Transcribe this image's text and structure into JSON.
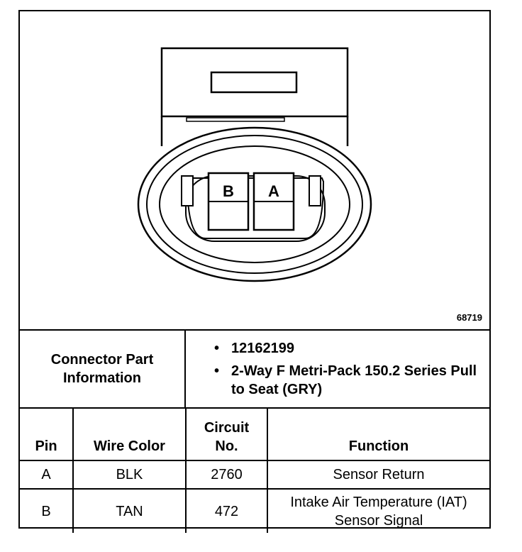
{
  "figure_number": "68719",
  "diagram": {
    "pin_b_label": "B",
    "pin_a_label": "A"
  },
  "connector_info": {
    "label": "Connector Part Information",
    "items": [
      "12162199",
      "2-Way F Metri-Pack 150.2 Series Pull to Seat (GRY)"
    ]
  },
  "pin_table": {
    "headers": {
      "pin": "Pin",
      "wire_color": "Wire Color",
      "circuit_no": "Circuit No.",
      "function": "Function"
    },
    "rows": [
      {
        "pin": "A",
        "wire_color": "BLK",
        "circuit_no": "2760",
        "function": "Sensor Return"
      },
      {
        "pin": "B",
        "wire_color": "TAN",
        "circuit_no": "472",
        "function": "Intake Air Temperature (IAT) Sensor Signal"
      }
    ]
  }
}
